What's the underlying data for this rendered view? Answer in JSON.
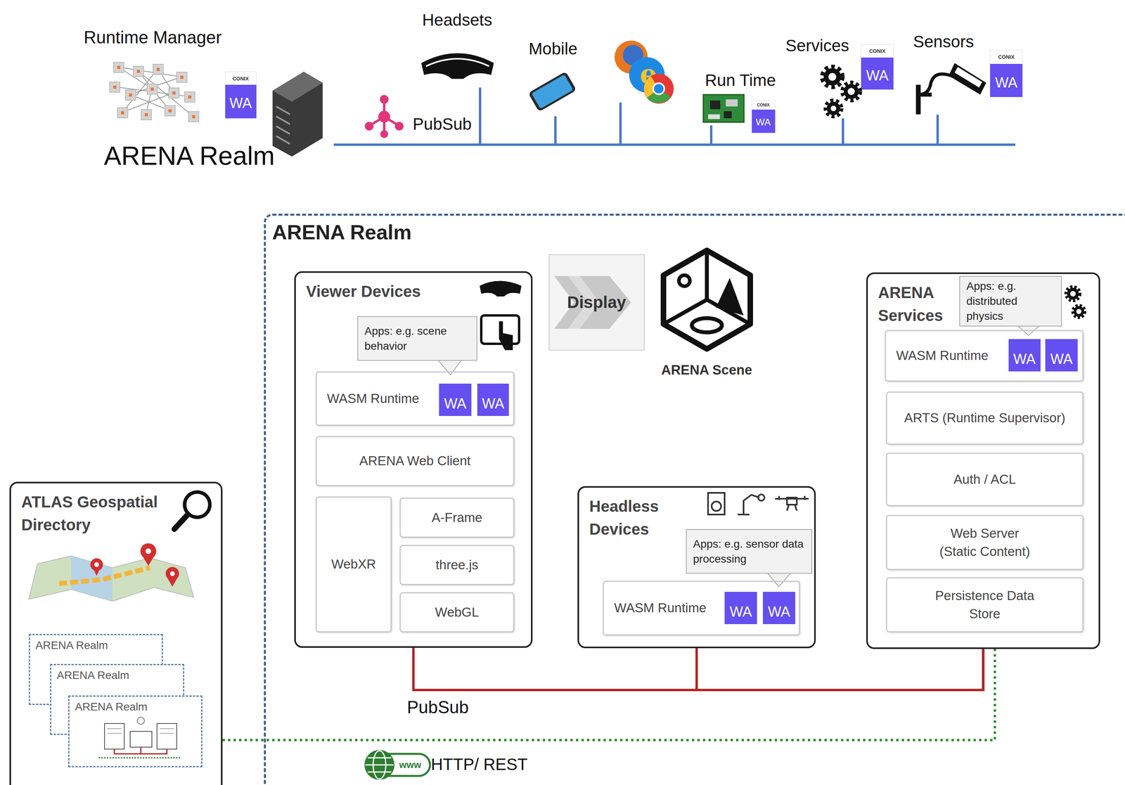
{
  "diagram": {
    "nodes": [
      {
        "text": [
          "ARENA Realm"
        ]
      },
      {
        "text": [
          "Viewer Devices"
        ],
        "in": 0
      },
      {
        "text": [
          "Apps: e.g. scene behavior"
        ],
        "in": 1
      },
      {
        "text": [
          "WASM Runtime"
        ],
        "in": 1
      },
      {
        "text": [
          "ARENA Web Client"
        ],
        "in": 1
      },
      {
        "text": [
          "WebXR"
        ],
        "in": 1
      },
      {
        "text": [
          "A-Frame"
        ],
        "in": 1
      },
      {
        "text": [
          "three.js"
        ],
        "in": 1
      },
      {
        "text": [
          "WebGL"
        ],
        "in": 1
      },
      {
        "text": [
          "Display"
        ],
        "in": 0
      },
      {
        "text": [
          "ARENA Scene"
        ],
        "in": 0
      },
      {
        "text": [
          "Headless Devices"
        ],
        "in": 0
      },
      {
        "text": [
          "Apps: e.g. sensor data processing"
        ],
        "in": 11
      },
      {
        "text": [
          "WASM Runtime"
        ],
        "in": 11
      },
      {
        "text": [
          "ARENA Services"
        ],
        "in": 0
      },
      {
        "text": [
          "Apps: e.g. distributed physics"
        ],
        "in": 14
      },
      {
        "text": [
          "WASM Runtime"
        ],
        "in": 14
      },
      {
        "text": [
          "ARTS (Runtime Supervisor)"
        ],
        "in": 14
      },
      {
        "text": [
          "Auth / ACL"
        ],
        "in": 14
      },
      {
        "text": [
          "Web Server (Static Content)"
        ],
        "in": 14
      },
      {
        "text": [
          "Persistence Data Store"
        ],
        "in": 14
      },
      {
        "text": [
          "ATLAS Geospatial Directory"
        ]
      },
      {
        "text": [
          "ARENA Realm"
        ],
        "in": 21
      },
      {
        "text": [
          "ARENA Realm"
        ],
        "in": 21
      },
      {
        "text": [
          "ARENA Realm"
        ],
        "in": 21
      }
    ],
    "edges": [
      {
        "from": 1,
        "to": 11,
        "arrow": "none"
      },
      {
        "from": 11,
        "to": 14,
        "arrow": "none"
      },
      {
        "from": 1,
        "to": 14,
        "arrow": "none"
      },
      {
        "from": 21,
        "to": 14,
        "arrow": "none"
      }
    ],
    "labels": [
      "Runtime Manager",
      "CONIX",
      "WA",
      "ARENA Realm",
      "PubSub",
      "Headsets",
      "Mobile",
      "Run Time",
      "CONIX",
      "WA",
      "Services",
      "CONIX",
      "WA",
      "Sensors",
      "CONIX",
      "WA",
      "WA",
      "WA",
      "WA",
      "WA",
      "WA",
      "WA",
      "PubSub",
      "www",
      "HTTP/ REST"
    ]
  }
}
